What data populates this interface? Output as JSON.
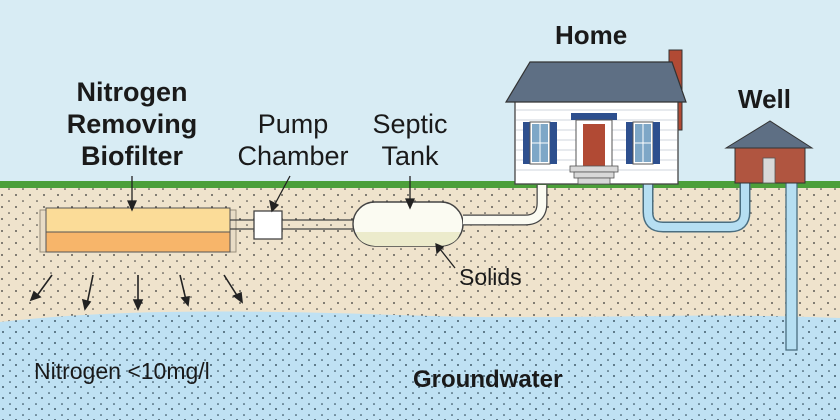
{
  "labels": {
    "biofilter": [
      "Nitrogen",
      "Removing",
      "Biofilter"
    ],
    "pump": [
      "Pump",
      "Chamber"
    ],
    "septic": [
      "Septic",
      "Tank"
    ],
    "home": "Home",
    "well": "Well",
    "solids": "Solids",
    "nitrogen_level": "Nitrogen <10mg/l",
    "groundwater": "Groundwater"
  },
  "colors": {
    "sky": "#d8ecf4",
    "grass": "#4c9f3a",
    "soil": "#efe3cc",
    "groundwater": "#bfe1f3",
    "biofilter_top": "#fbdc98",
    "biofilter_bottom": "#f7b56a",
    "house_siding": "#ffffff",
    "roof": "#5e6f84",
    "door": "#b14a34",
    "trim": "#2d4f8e",
    "well_house": "#b05540",
    "pipe": "#b6dff2"
  }
}
